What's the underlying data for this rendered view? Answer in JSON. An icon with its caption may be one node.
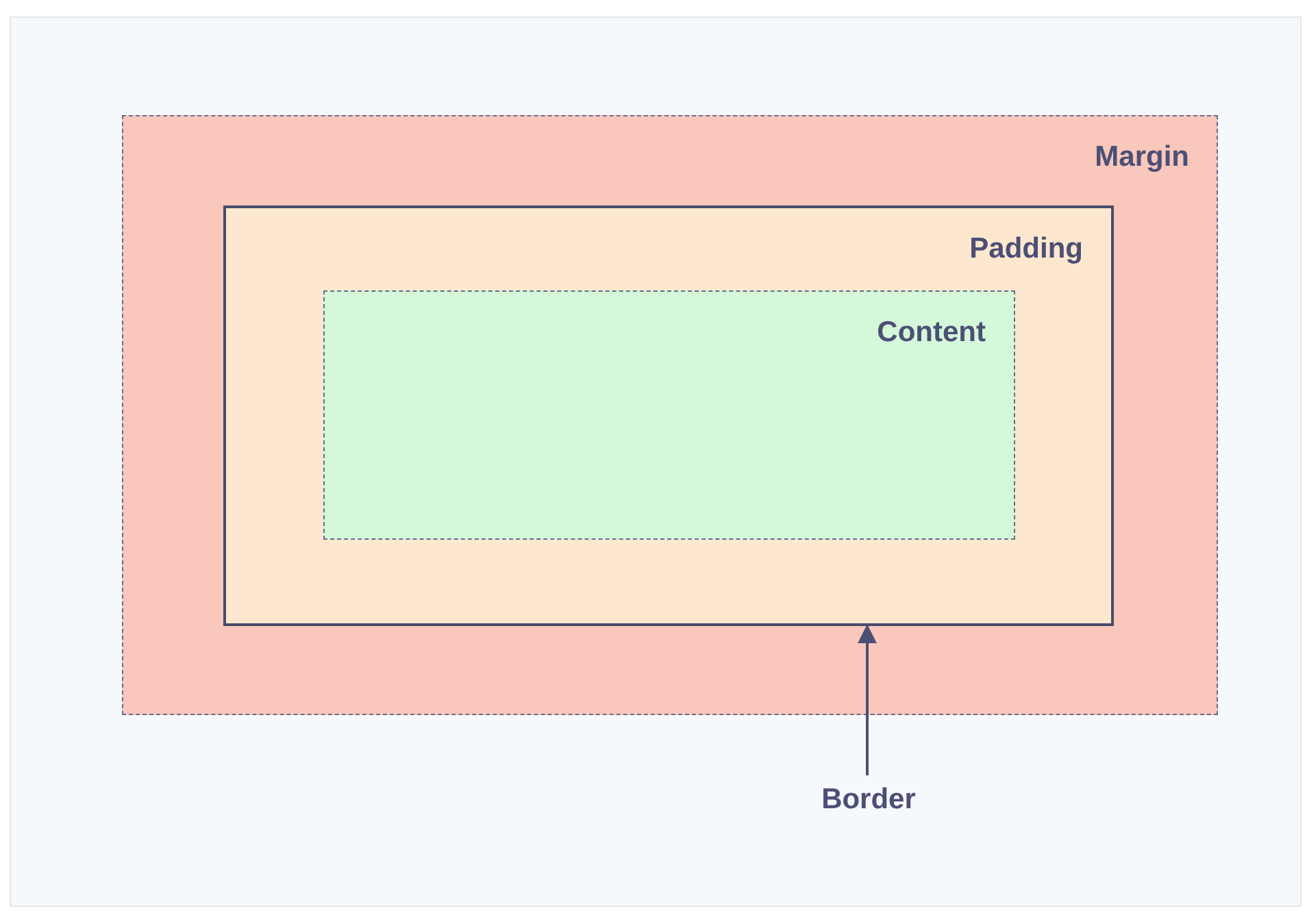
{
  "diagram": {
    "nodes": [
      {
        "text": [
          "Margin"
        ]
      },
      {
        "text": [
          "Padding"
        ],
        "in": 0
      },
      {
        "text": [
          "Content"
        ],
        "in": 1
      },
      {
        "text": [
          "Border"
        ]
      }
    ],
    "edges": [
      {
        "from": 3,
        "to": 1,
        "arrow": "to"
      }
    ]
  }
}
